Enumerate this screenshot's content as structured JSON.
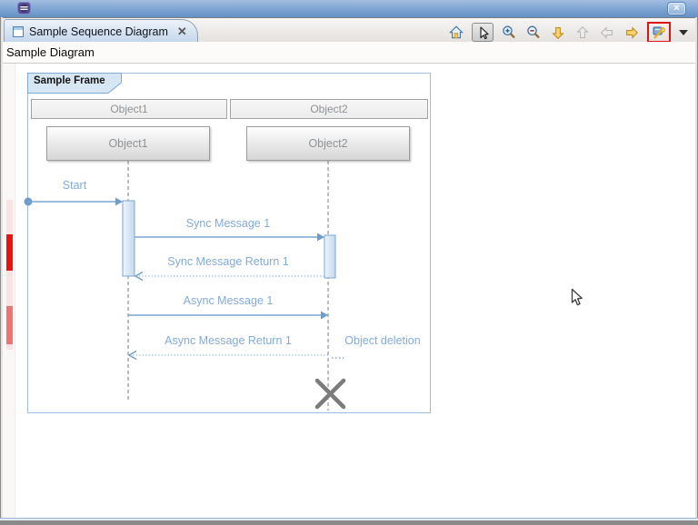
{
  "window": {
    "close_glyph": "×"
  },
  "tab": {
    "title": "Sample Sequence Diagram",
    "close_glyph": "✕"
  },
  "breadcrumb": "Sample Diagram",
  "toolbar": {
    "icons": [
      {
        "name": "home",
        "state": "normal"
      },
      {
        "name": "select-cursor",
        "state": "pressed"
      },
      {
        "name": "zoom-in",
        "state": "normal"
      },
      {
        "name": "zoom-out",
        "state": "normal"
      },
      {
        "name": "arrow-down",
        "state": "enabled"
      },
      {
        "name": "arrow-up",
        "state": "disabled"
      },
      {
        "name": "arrow-left",
        "state": "disabled"
      },
      {
        "name": "arrow-right",
        "state": "enabled"
      },
      {
        "name": "properties-tool",
        "state": "highlighted-red"
      },
      {
        "name": "view-menu-chevron",
        "state": "normal"
      }
    ]
  },
  "diagram": {
    "frame_label": "Sample Frame",
    "lifelines": [
      {
        "header": "Object1",
        "box": "Object1"
      },
      {
        "header": "Object2",
        "box": "Object2"
      }
    ],
    "messages": [
      {
        "label": "Start",
        "kind": "sync-call"
      },
      {
        "label": "Sync Message 1",
        "kind": "sync-call"
      },
      {
        "label": "Sync Message Return 1",
        "kind": "return"
      },
      {
        "label": "Async Message 1",
        "kind": "async-call"
      },
      {
        "label": "Async Message Return 1",
        "kind": "return"
      },
      {
        "label": "Object deletion",
        "kind": "deletion-annotation"
      }
    ]
  },
  "colors": {
    "accent_blue": "#7ba6d4",
    "message_text": "#82abd9",
    "frame_border": "#9cc0de",
    "marker_red": "#e8140f",
    "highlight_red": "#dd1414",
    "titlebar_blue": "#7da4d2"
  }
}
